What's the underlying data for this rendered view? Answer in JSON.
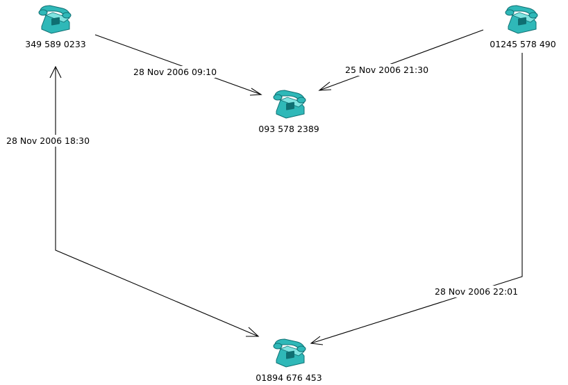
{
  "colors": {
    "phone_body": "#2fb8b8",
    "phone_light": "#7fe3e0",
    "phone_dark": "#0f6f72",
    "line": "#000000",
    "background": "#ffffff"
  },
  "icon": "telephone-icon",
  "nodes": {
    "n1": {
      "label": "349 589 0233"
    },
    "n2": {
      "label": "01245 578 490"
    },
    "n3": {
      "label": "093 578 2389"
    },
    "n4": {
      "label": "01894 676 453"
    }
  },
  "edges": {
    "e1": {
      "from": "349 589 0233",
      "to": "093 578 2389",
      "label": "28 Nov 2006 09:10"
    },
    "e2": {
      "from": "01245 578 490",
      "to": "093 578 2389",
      "label": "25 Nov 2006 21:30"
    },
    "e3": {
      "from": "01894 676 453",
      "to": "349 589 0233",
      "label": "28 Nov 2006 18:30"
    },
    "e4": {
      "from": "01245 578 490",
      "to": "01894 676 453",
      "label": "28 Nov 2006 22:01"
    }
  }
}
